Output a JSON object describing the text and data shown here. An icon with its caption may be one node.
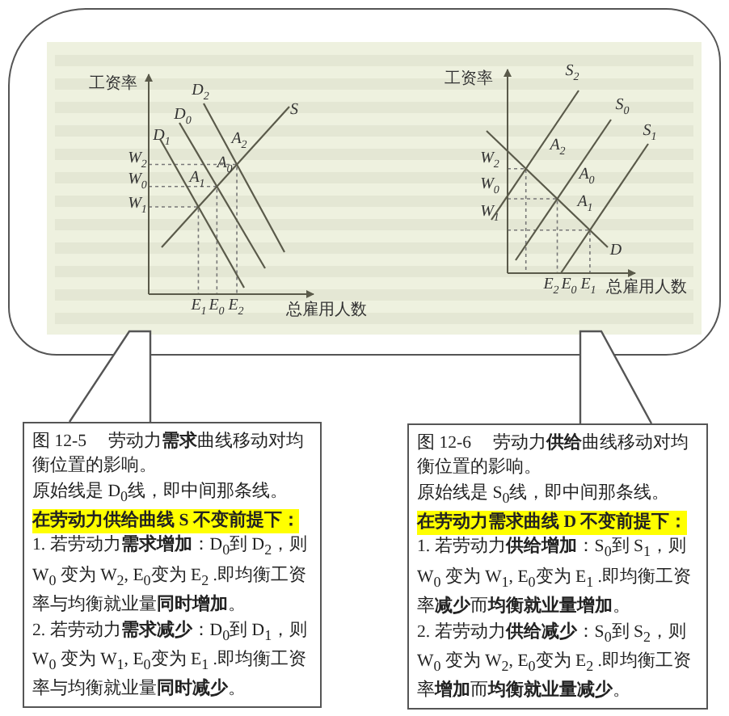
{
  "diagram": {
    "nodes": [
      {
        "text": [],
        "shape": "box"
      },
      {
        "text": [],
        "shape": "picture",
        "in": 0
      },
      {
        "text": [],
        "shape": "picture",
        "in": 0
      },
      {
        "text": [
          "图 12-5　 劳动力**需求**曲线移动对均衡位置的影响。",
          "原始线是 D$_{0}$线，即中间那条线。",
          "在劳动力供给曲线 S 不变前提下：",
          "1. 若劳动力**需求增加**：D$_{0}$到 D$_{2}$，则 W$_{0}$ 变为 W$_{2}$, E$_{0}$变为 E$_{2}$ .即均衡工资率与均衡就业量**同时增加**。",
          "2. 若劳动力**需求减少**：D$_{0}$到 D$_{1}$，则 W$_{0}$ 变为 W$_{1}$, E$_{0}$变为 E$_{1}$ .即均衡工资率与均衡就业量**同时减少**。"
        ]
      },
      {
        "text": [
          "图 12-6　 劳动力**供给**曲线移动对均衡位置的影响。",
          "原始线是 S$_{0}$线，即中间那条线。",
          "在劳动力需求曲线 D 不变前提下：",
          "1. 若劳动力**供给增加**：S$_{0}$到 S$_{1}$，则 W$_{0}$ 变为 W$_{1}$, E$_{0}$变为 E$_{1}$ .即均衡工资率**减少**而**均衡就业量增加**。",
          "2. 若劳动力**供给减少**：S$_{0}$到 S$_{2}$，则 W$_{0}$ 变为 W$_{2}$, E$_{0}$变为 E$_{2}$ .即均衡工资率**增加**而**均衡就业量减少**。"
        ]
      }
    ],
    "edges": [
      {
        "from": 3,
        "to": 1,
        "arrow": "none"
      },
      {
        "from": 4,
        "to": 2,
        "arrow": "none"
      }
    ],
    "labels": [
      "工资率",
      "D$_{2}$",
      "D$_{0}$",
      "S",
      "D$_{1}$",
      "A$_{2}$",
      "W$_{2}$",
      "A$_{0}$",
      "W$_{0}$",
      "A$_{1}$",
      "W$_{1}$",
      "E$_{1}$",
      "E$_{0}$",
      "E$_{2}$",
      "总雇用人数",
      "工资率",
      "S$_{2}$",
      "S$_{0}$",
      "S$_{1}$",
      "A$_{2}$",
      "W$_{2}$",
      "A$_{0}$",
      "W$_{0}$",
      "A$_{1}$",
      "W$_{1}$",
      "D",
      "E$_{2}$",
      "E$_{0}$",
      "E$_{1}$",
      "总雇用人数"
    ]
  }
}
